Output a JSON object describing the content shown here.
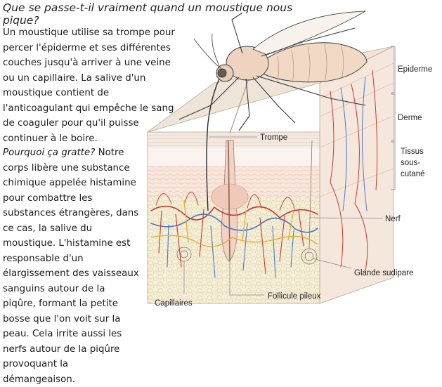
{
  "title": "Que se passe-t-il vraiment quand un moustique nous pique?",
  "paragraph1": "Un moustique utilise sa trompe pour percer l'épiderme et ses différentes couches jusqu'à arriver à une veine ou un capillaire. La salive d'un moustique contient de l'anticoagulant qui empêche le sang de coaguler pour qu'il puisse continuer à le boire.",
  "paragraph2": {
    "lead": "Pourquoi ça gratte?",
    "body": " Notre corps libère une substance chimique appelée histamine pour combattre les substances étrangères, dans ce cas, la salive du moustique. L'histamine est responsable d'un élargissement des vaisseaux sanguins autour de la piqûre, formant la petite bosse que l'on voit sur la peau. Cela irrite aussi les nerfs autour de la piqûre provoquant la démangeaison."
  },
  "labels": {
    "epiderme": "Epiderme",
    "derme": "Derme",
    "tissus_1": "Tissus",
    "tissus_2": "sous-",
    "tissus_3": "cutané",
    "trompe": "Trompe",
    "nerf": "Nerf",
    "glande": "Glande sudipare",
    "follicule": "Follicule pileux",
    "capillaires": "Capillaires"
  },
  "colors": {
    "vein": "#4a78c0",
    "artery": "#c8382e",
    "nerve": "#e0b030",
    "skin": "#f6dccf",
    "fat": "#f3ecd2"
  }
}
